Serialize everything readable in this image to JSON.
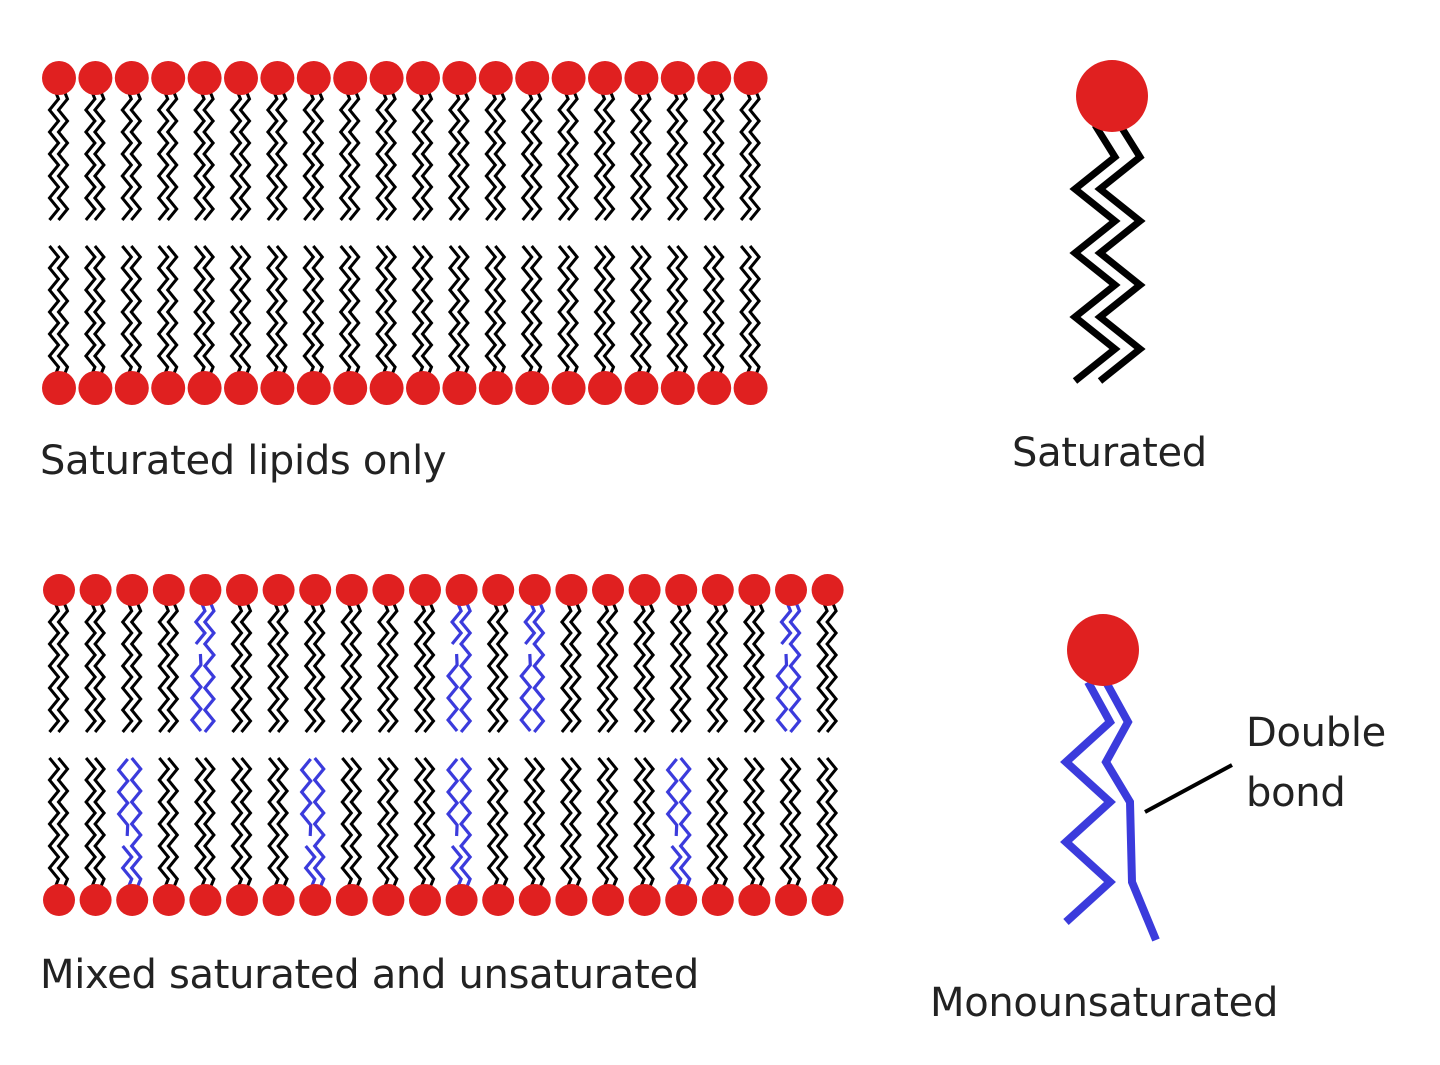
{
  "labels": {
    "saturated_lipids_only": "Saturated lipids only",
    "saturated": "Saturated",
    "mixed": "Mixed saturated and unsaturated",
    "monounsaturated": "Monounsaturated",
    "double": "Double",
    "bond": "bond"
  },
  "colors": {
    "head": "#e02020",
    "saturated_tail": "#000000",
    "unsaturated_tail": "#3b3bdc"
  },
  "mixed_bilayer": {
    "top_leaflet_unsaturated_positions": [
      4,
      11,
      13,
      20
    ],
    "bottom_leaflet_unsaturated_positions": [
      2,
      7,
      11,
      17
    ]
  }
}
